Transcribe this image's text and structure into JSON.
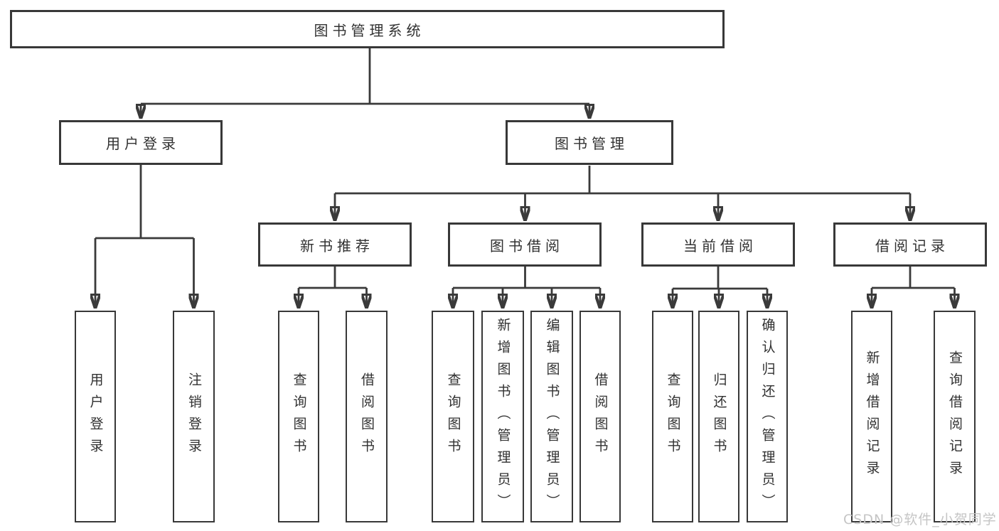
{
  "diagram": {
    "root": "图书管理系统",
    "branches": [
      {
        "label": "用户登录",
        "children": [
          "用户登录",
          "注销登录"
        ]
      },
      {
        "label": "图书管理",
        "groups": [
          {
            "label": "新书推荐",
            "children": [
              "查询图书",
              "借阅图书"
            ]
          },
          {
            "label": "图书借阅",
            "children": [
              "查询图书",
              "新增图书（管理员）",
              "编辑图书（管理员）",
              "借阅图书"
            ]
          },
          {
            "label": "当前借阅",
            "children": [
              "查询图书",
              "归还图书",
              "确认归还（管理员）"
            ]
          },
          {
            "label": "借阅记录",
            "children": [
              "新增借阅记录",
              "查询借阅记录"
            ]
          }
        ]
      }
    ],
    "colors": {
      "line": "#3a3a3a",
      "text": "#313131",
      "background": "#ffffff"
    }
  },
  "watermark": {
    "text": "CSDN @软件_小贺同学",
    "color": "#c5c5c5"
  }
}
